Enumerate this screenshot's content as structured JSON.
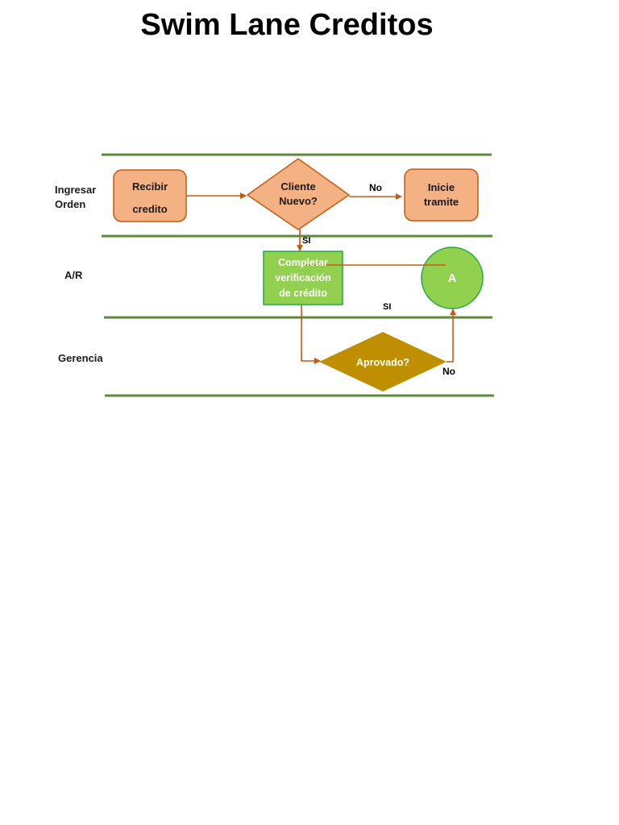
{
  "title": "Swim Lane Creditos",
  "lanes": [
    {
      "line1": "Ingresar",
      "line2": "Orden"
    },
    {
      "line1": "A/R"
    },
    {
      "line1": "Gerencia"
    }
  ],
  "nodes": {
    "recibir": {
      "line1": "Recibir",
      "line2": "credito"
    },
    "cliente_nuevo": {
      "line1": "Cliente",
      "line2": "Nuevo?"
    },
    "inicie": {
      "line1": "Inicie",
      "line2": "tramite"
    },
    "completar": {
      "line1": "Completar",
      "line2": "verificación",
      "line3": "de crédito"
    },
    "connector_a": {
      "label": "A"
    },
    "aprovado": {
      "label": "Aprovado?"
    }
  },
  "edge_labels": {
    "no_top": "No",
    "si_down": "SI",
    "si_right": "SI",
    "no_bottom": "No"
  },
  "colors": {
    "lane_line": "#5b8a3a",
    "arrow": "#c55a11",
    "orange_fill": "#f4b183",
    "orange_stroke": "#c55a11",
    "green_fill": "#92d050",
    "green_stroke": "#22a845",
    "gold_fill": "#bf8f00"
  }
}
